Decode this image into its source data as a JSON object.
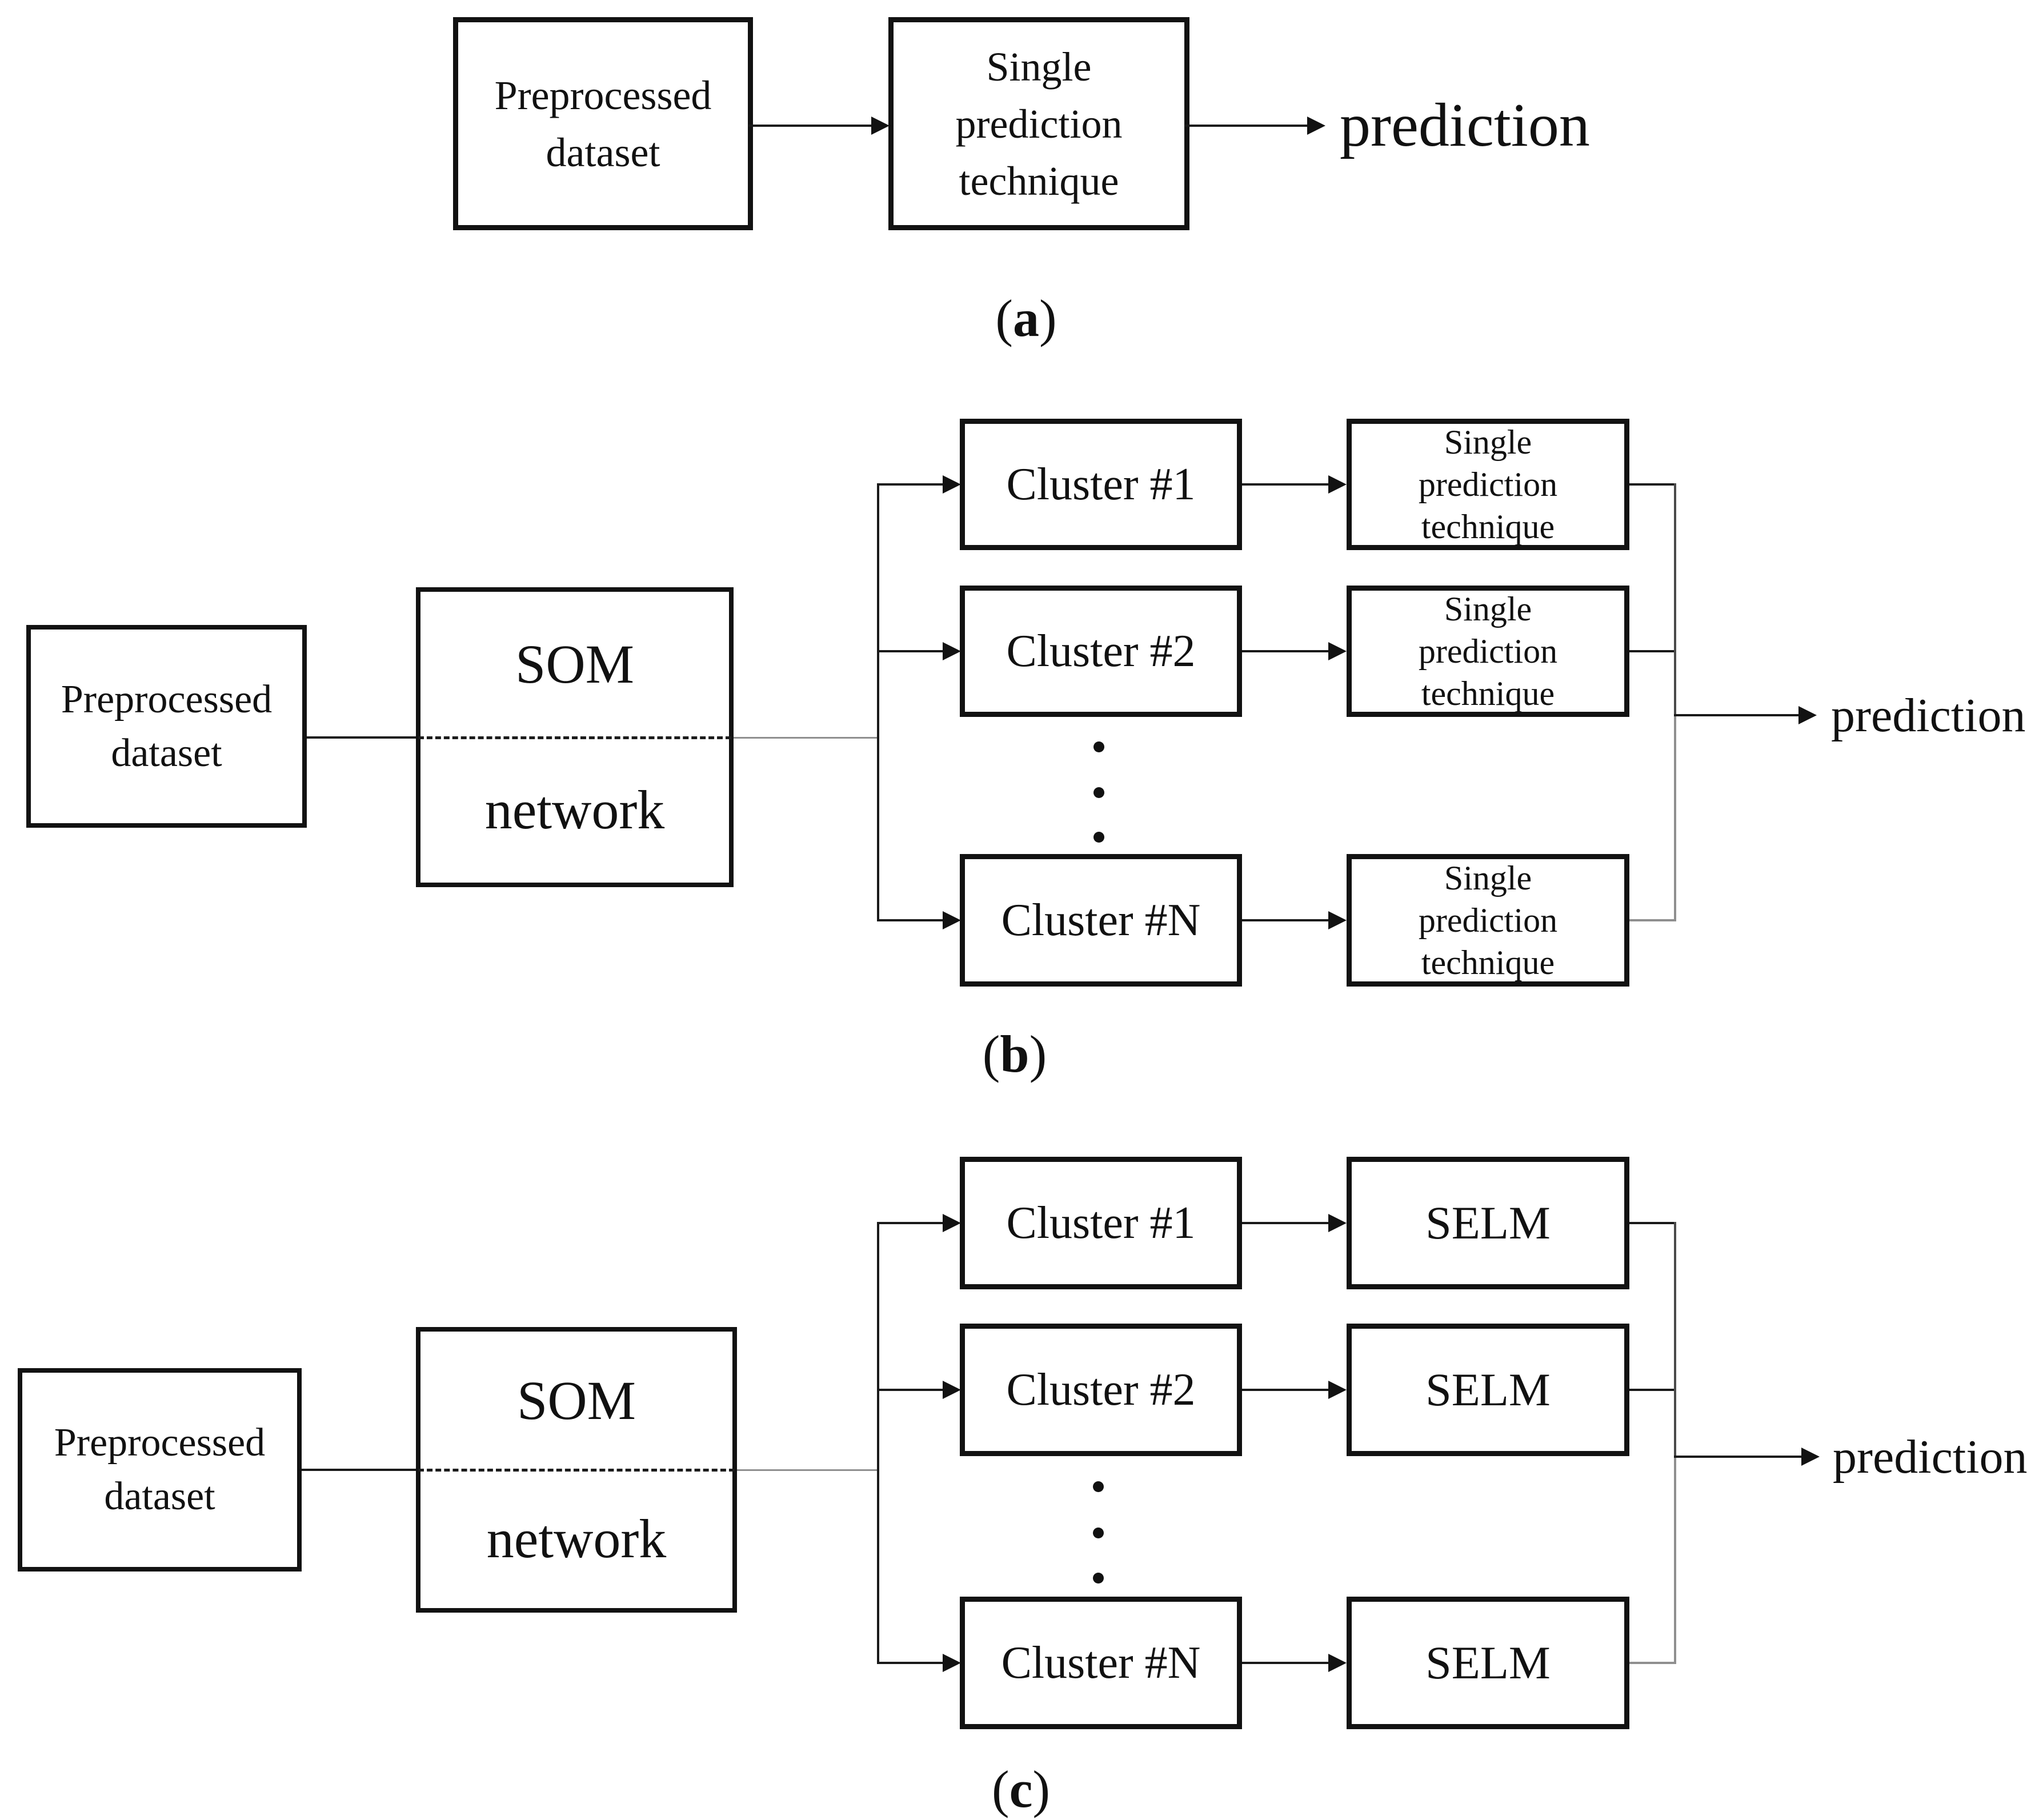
{
  "figure": {
    "background": "#ffffff",
    "line_color": "#1a1a1a",
    "gray_line_color": "#8f8f8f",
    "text_color": "#111111"
  },
  "diagram_a": {
    "caption": {
      "open": "(",
      "letter": "a",
      "close": ")"
    },
    "preprocessed": {
      "line1": "Preprocessed",
      "line2": "dataset"
    },
    "technique": {
      "line1": "Single",
      "line2": "prediction",
      "line3": "technique"
    },
    "output": "prediction"
  },
  "diagram_b": {
    "caption": {
      "open": "(",
      "letter": "b",
      "close": ")"
    },
    "preprocessed": {
      "line1": "Preprocessed",
      "line2": "dataset"
    },
    "som": {
      "line1": "SOM",
      "line2": "network"
    },
    "clusters": [
      "Cluster #1",
      "Cluster #2",
      "Cluster #N"
    ],
    "techniques": [
      {
        "line1": "Single",
        "line2": "prediction",
        "line3": "technique"
      },
      {
        "line1": "Single",
        "line2": "prediction",
        "line3": "technique"
      },
      {
        "line1": "Single",
        "line2": "prediction",
        "line3": "technique"
      }
    ],
    "output": "prediction"
  },
  "diagram_c": {
    "caption": {
      "open": "(",
      "letter": "c",
      "close": ")"
    },
    "preprocessed": {
      "line1": "Preprocessed",
      "line2": "dataset"
    },
    "som": {
      "line1": "SOM",
      "line2": "network"
    },
    "clusters": [
      "Cluster #1",
      "Cluster #2",
      "Cluster #N"
    ],
    "selm": [
      "SELM",
      "SELM",
      "SELM"
    ],
    "output": "prediction"
  }
}
